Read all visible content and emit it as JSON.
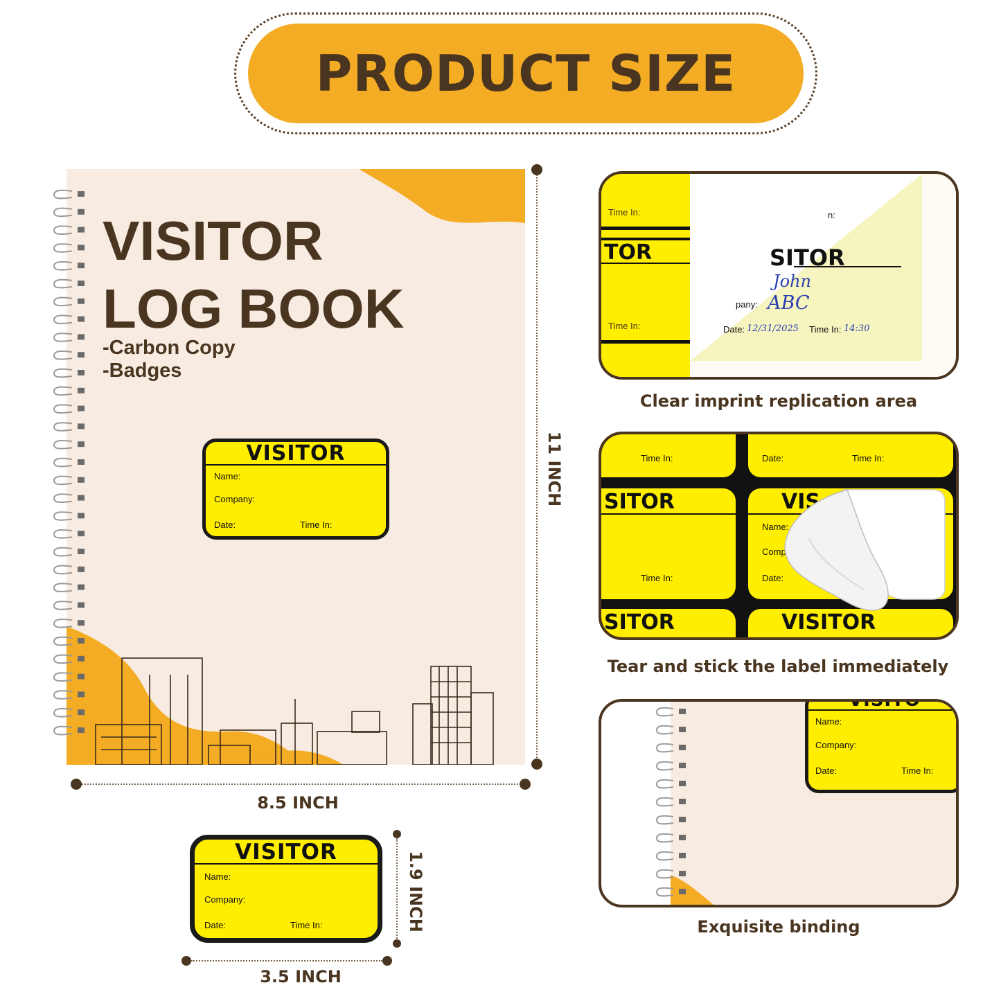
{
  "header": {
    "title": "PRODUCT SIZE"
  },
  "cover": {
    "title_line1": "VISITOR",
    "title_line2": "LOG BOOK",
    "subtitle_line1": "-Carbon Copy",
    "subtitle_line2": "-Badges"
  },
  "badge": {
    "title": "VISITOR",
    "name_label": "Name:",
    "company_label": "Company:",
    "date_label": "Date:",
    "time_label": "Time In:"
  },
  "dimensions": {
    "book_height": "11 INCH",
    "book_width": "8.5 INCH",
    "badge_height": "1.9 INCH",
    "badge_width": "3.5 INCH"
  },
  "panels": {
    "imprint": {
      "caption": "Clear imprint replication area",
      "time_label": "Time In:",
      "left_title": "TOR",
      "right_title": "SITOR",
      "colon_fragment": "n:",
      "company_fragment": "pany:",
      "handwritten_name": "John",
      "handwritten_company": "ABC",
      "date_label": "Date:",
      "handwritten_date": "12/31/2025",
      "time_in_label": "Time In:",
      "handwritten_time": "14:30"
    },
    "labels": {
      "caption": "Tear and stick the label immediately",
      "time_label": "Time In:",
      "date_label": "Date:",
      "name_label": "Name:",
      "company_fragment": "Compa",
      "sitor": "SITOR",
      "vis": "VIS",
      "visitor": "VISITOR"
    },
    "binding": {
      "caption": "Exquisite binding",
      "title_fragment": "VISITO",
      "name_label": "Name:",
      "company_label": "Company:",
      "date_label": "Date:",
      "time_label": "Time In:"
    }
  },
  "colors": {
    "accent": "#f3ac23",
    "brand_brown": "#4a3520",
    "badge_yellow": "#ffee00",
    "cover_bg": "#f8ece2"
  }
}
